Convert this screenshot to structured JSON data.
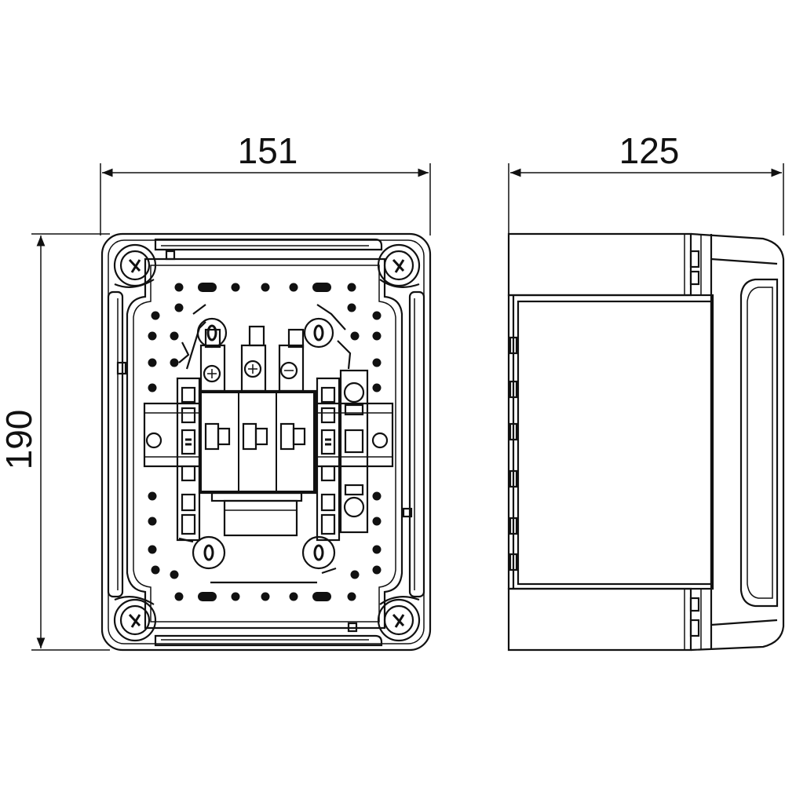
{
  "dimensions": {
    "width_front": "151",
    "width_side": "125",
    "height": "190"
  }
}
